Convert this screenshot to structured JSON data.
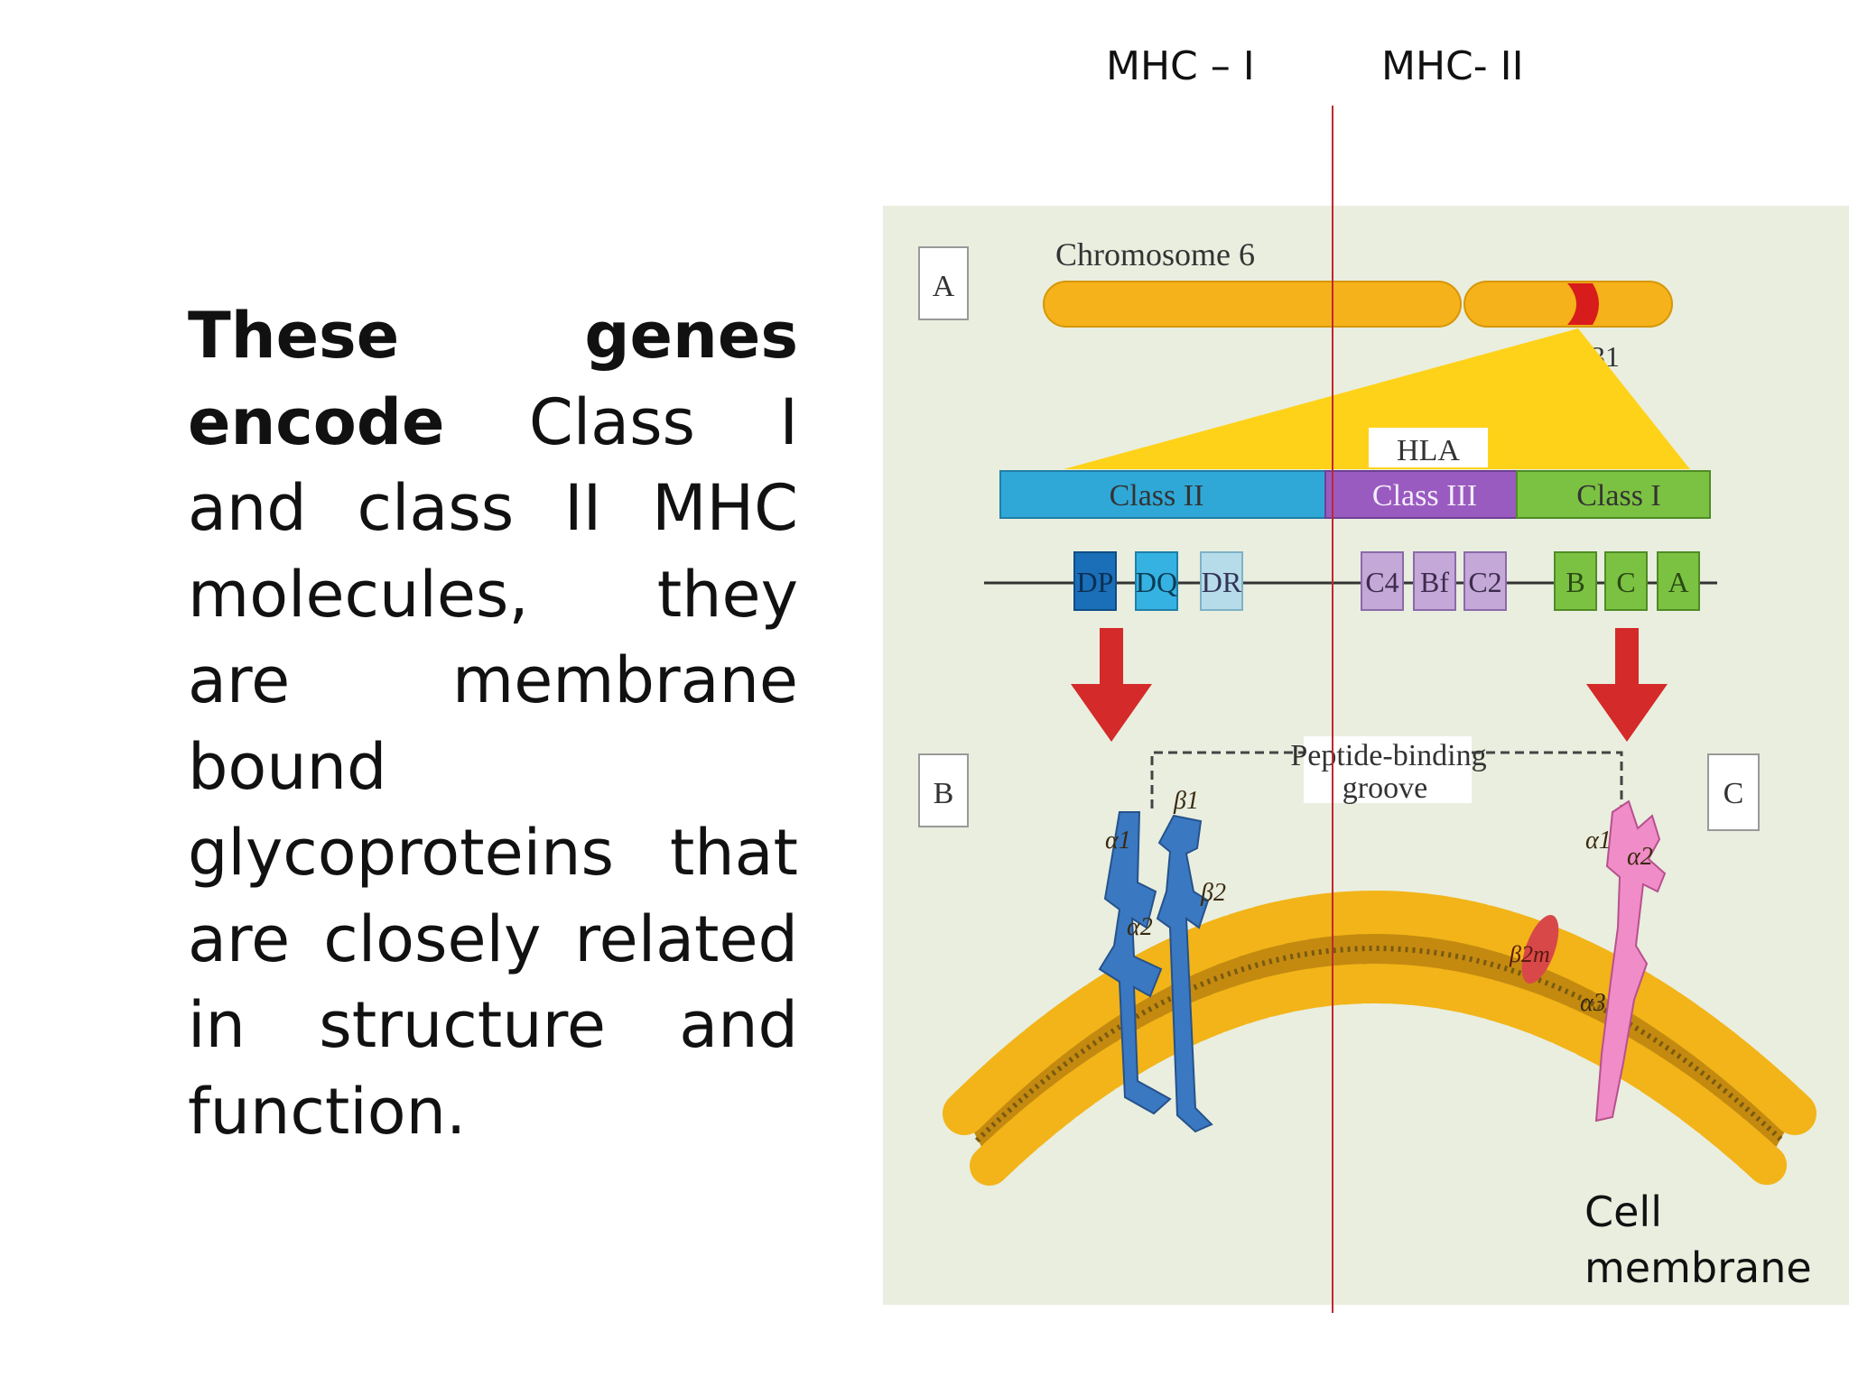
{
  "header": {
    "mhc_left": "MHC – I",
    "mhc_right": "MHC- II"
  },
  "body": {
    "bold_lead": "These genes encode",
    "rest": "Class I and class II MHC molecules, they are membrane bound glycoproteins that are closely related in structure and function."
  },
  "figure": {
    "panel_a": "A",
    "panel_b": "B",
    "panel_c": "C",
    "chromosome_label": "Chromosome 6",
    "locus_label": "6p21.31",
    "hla_label": "HLA",
    "class_ii_label": "Class II",
    "class_iii_label": "Class III",
    "class_i_label": "Class I",
    "genes_class_ii": [
      "DP",
      "DQ",
      "DR"
    ],
    "genes_class_iii": [
      "C4",
      "Bf",
      "C2"
    ],
    "genes_class_i": [
      "B",
      "C",
      "A"
    ],
    "groove_line1": "Peptide-binding",
    "groove_line2": "groove",
    "class_ii_domains": [
      "α1",
      "β1",
      "α2",
      "β2"
    ],
    "class_i_domains": [
      "α1",
      "α2",
      "β2m",
      "α3"
    ],
    "cell_label_line1": "Cell",
    "cell_label_line2": "membrane"
  },
  "colors": {
    "chromosome": "#f5b21a",
    "band": "#d81c1c",
    "class_ii": "#2fa8d8",
    "class_iii": "#9a5bc0",
    "class_i": "#7cc242",
    "hla_wedge": "#ffd21a",
    "arrow": "#d42a2a",
    "class_ii_protein": "#3a78c2",
    "class_i_protein": "#f08cc8",
    "membrane": "#f2b418",
    "divider": "#c0282d",
    "figure_bg": "#e9eedf"
  }
}
